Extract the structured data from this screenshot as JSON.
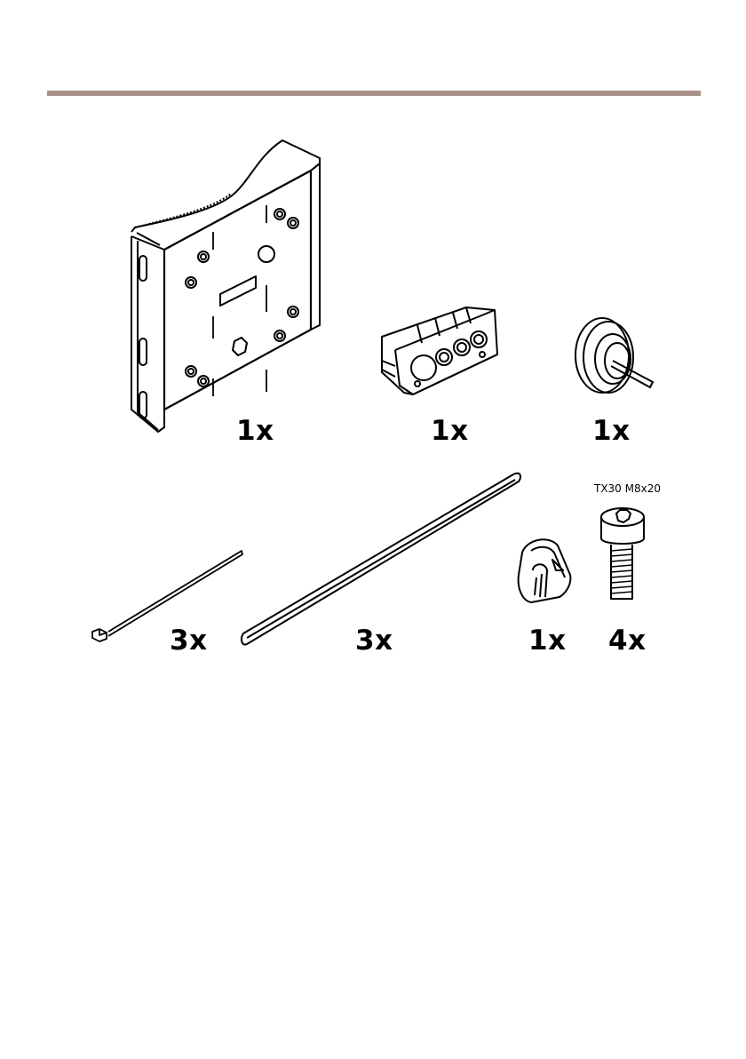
{
  "colors": {
    "header_rule": "#a89187",
    "line_art": "#000000",
    "background": "#ffffff"
  },
  "items": [
    {
      "icon": "pole-mount-bracket-icon",
      "quantity": "1x"
    },
    {
      "icon": "cable-gasket-icon",
      "quantity": "1x"
    },
    {
      "icon": "plug-icon",
      "quantity": "1x"
    },
    {
      "icon": "cable-tie-icon",
      "quantity": "3x"
    },
    {
      "icon": "steel-strap-icon",
      "quantity": "3x"
    },
    {
      "icon": "strap-clamp-icon",
      "quantity": "1x"
    },
    {
      "icon": "screw-icon",
      "quantity": "4x",
      "spec": "TX30 M8x20"
    }
  ]
}
